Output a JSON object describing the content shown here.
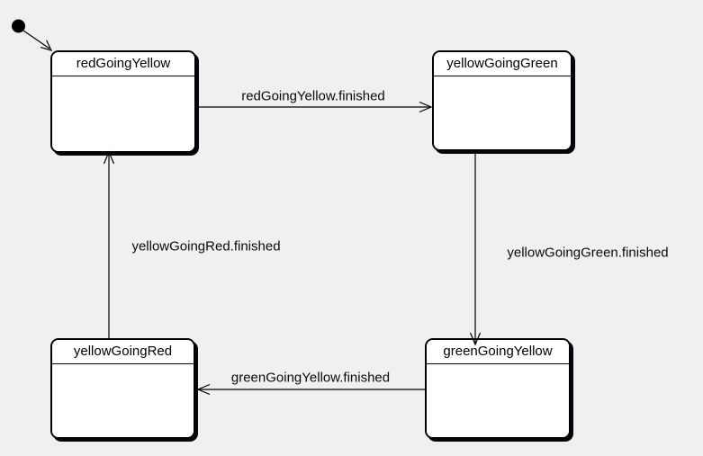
{
  "diagram": {
    "type": "uml-state-machine",
    "colors": {
      "background": "#f0f0f0",
      "state_fill": "#ffffff",
      "stroke": "#000000",
      "shadow": "#05050a",
      "text": "#000000"
    },
    "initial_state": {
      "name": "initial-pseudostate"
    },
    "states": [
      {
        "name": "redGoingYellow"
      },
      {
        "name": "yellowGoingGreen"
      },
      {
        "name": "greenGoingYellow"
      },
      {
        "name": "yellowGoingRed"
      }
    ],
    "transitions": [
      {
        "from": "initial",
        "to": "redGoingYellow",
        "label": ""
      },
      {
        "from": "redGoingYellow",
        "to": "yellowGoingGreen",
        "label": "redGoingYellow.finished"
      },
      {
        "from": "yellowGoingGreen",
        "to": "greenGoingYellow",
        "label": "yellowGoingGreen.finished"
      },
      {
        "from": "greenGoingYellow",
        "to": "yellowGoingRed",
        "label": "greenGoingYellow.finished"
      },
      {
        "from": "yellowGoingRed",
        "to": "redGoingYellow",
        "label": "yellowGoingRed.finished"
      }
    ]
  }
}
